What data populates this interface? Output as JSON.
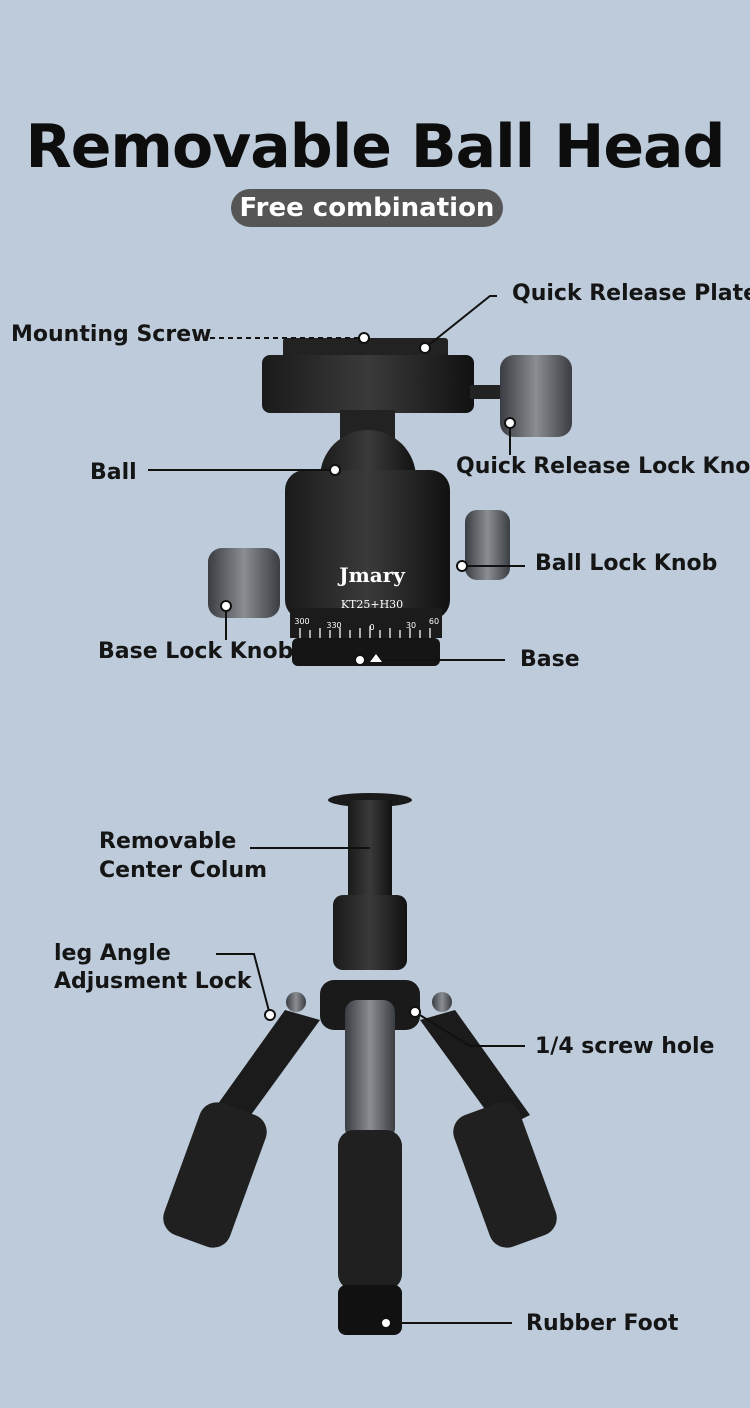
{
  "header": {
    "title": "Removable Ball Head",
    "subtitle": "Free combination"
  },
  "ball_head": {
    "brand": "Jmary",
    "model": "KT25+H30",
    "scale_ticks": [
      "300",
      "330",
      "0",
      "30",
      "60"
    ],
    "labels": {
      "quick_release_plate": "Quick Release Plate",
      "mounting_screw": "Mounting Screw",
      "ball": "Ball",
      "quick_release_lock_knob": "Quick Release Lock Knob",
      "ball_lock_knob": "Ball Lock Knob",
      "base_lock_knob": "Base Lock Knob",
      "base": "Base"
    }
  },
  "tripod": {
    "labels": {
      "center_column_1": "Removable",
      "center_column_2": "Center Colum",
      "leg_angle_1": "leg Angle",
      "leg_angle_2": "Adjusment Lock",
      "screw_hole": "1/4 screw hole",
      "rubber_foot": "Rubber Foot"
    }
  },
  "colors": {
    "background": "#bdcbdb",
    "pill": "#555555"
  }
}
